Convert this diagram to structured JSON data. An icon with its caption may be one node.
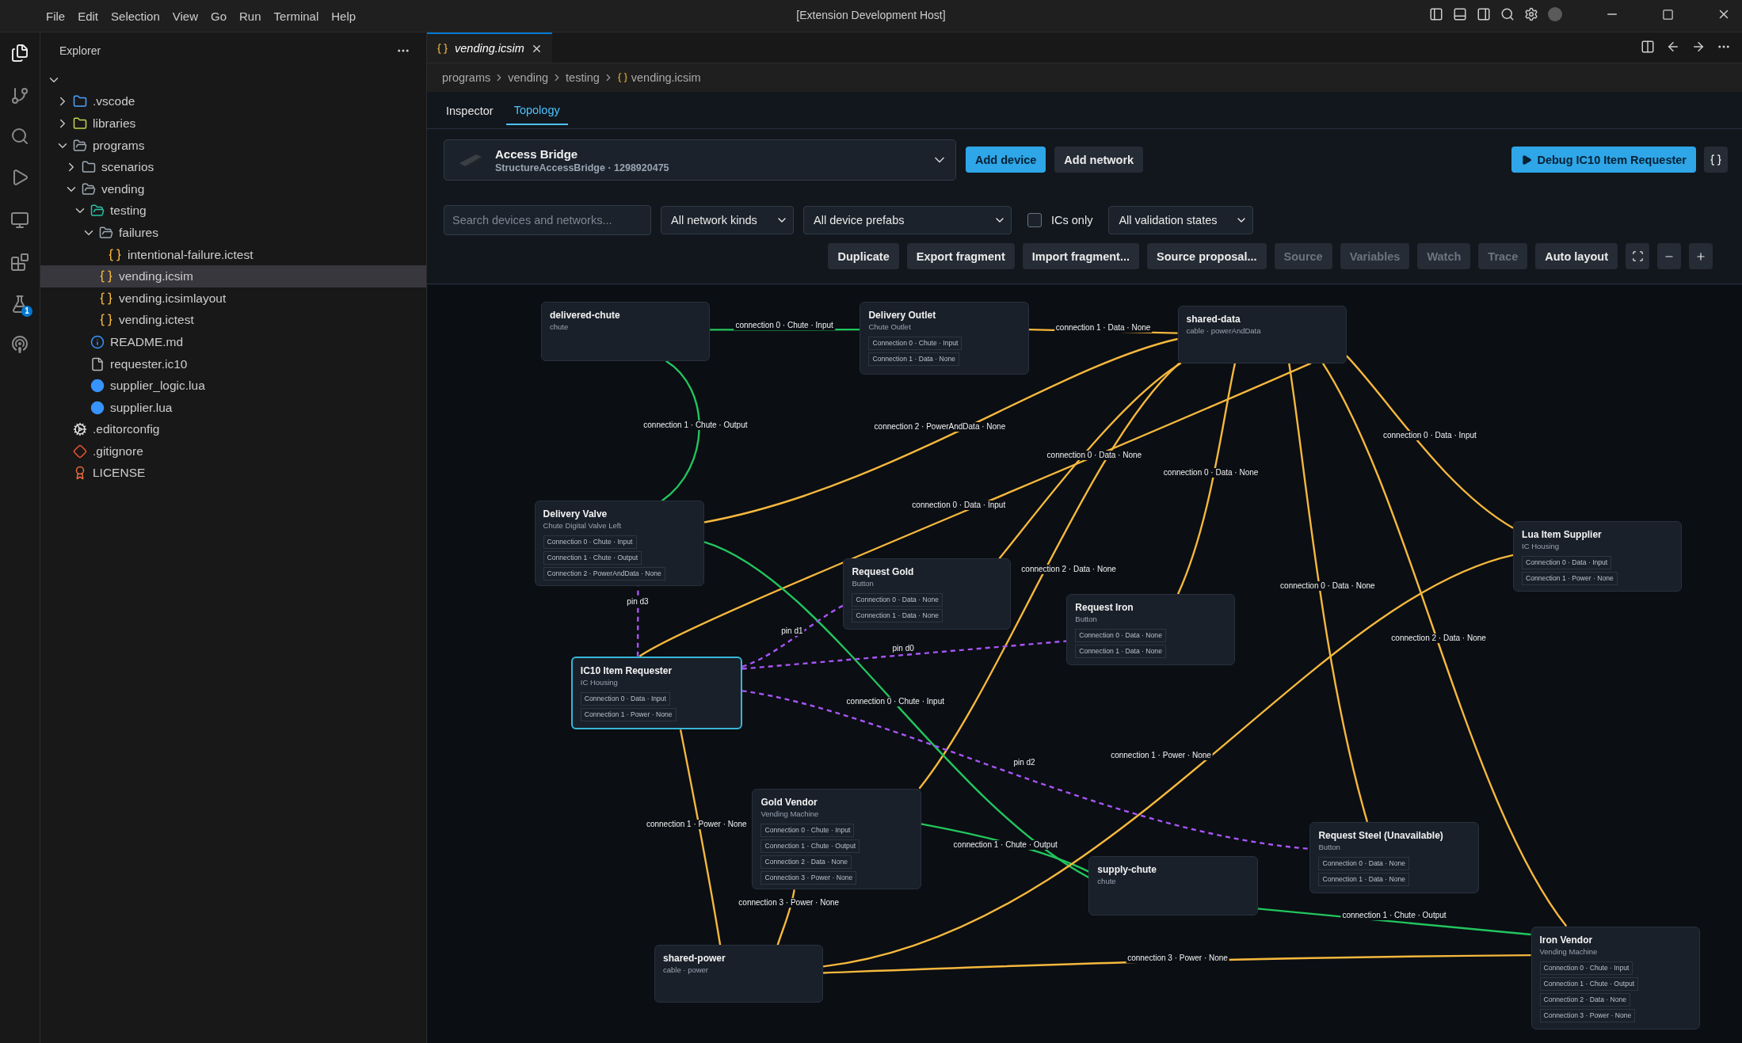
{
  "diagram": {
    "nodes": [
      {
        "text": [
          "delivered-chute",
          "chute"
        ]
      },
      {
        "text": [
          "Delivery Outlet",
          "Chute Outlet",
          "Connection 0 · Chute · Input",
          "Connection 1 · Data · None"
        ]
      },
      {
        "text": [
          "shared-data",
          "cable · powerAndData"
        ]
      },
      {
        "text": [
          "Delivery Valve",
          "Chute Digital Valve Left",
          "Connection 0 · Chute · Input",
          "Connection 1 · Chute · Output",
          "Connection 2 · PowerAndData · None"
        ]
      },
      {
        "text": [
          "Request Gold",
          "Button",
          "Connection 0 · Data · None",
          "Connection 1 · Data · None"
        ]
      },
      {
        "text": [
          "Request Iron",
          "Button",
          "Connection 0 · Data · None",
          "Connection 1 · Data · None"
        ]
      },
      {
        "text": [
          "Lua Item Supplier",
          "IC Housing",
          "Connection 0 · Data · Input",
          "Connection 1 · Power · None"
        ]
      },
      {
        "text": [
          "IC10 Item Requester",
          "IC Housing",
          "Connection 0 · Data · Input",
          "Connection 1 · Power · None"
        ]
      },
      {
        "text": [
          "Gold Vendor",
          "Vending Machine",
          "Connection 0 · Chute · Input",
          "Connection 1 · Chute · Output",
          "Connection 2 · Data · None",
          "Connection 3 · Power · None"
        ]
      },
      {
        "text": [
          "Request Steel (Unavailable)",
          "Button",
          "Connection 0 · Data · None",
          "Connection 1 · Data · None"
        ]
      },
      {
        "text": [
          "supply-chute",
          "chute"
        ]
      },
      {
        "text": [
          "shared-power",
          "cable · power"
        ]
      },
      {
        "text": [
          "Iron Vendor",
          "Vending Machine",
          "Connection 0 · Chute · Input",
          "Connection 1 · Chute · Output",
          "Connection 2 · Data · None",
          "Connection 3 · Power · None"
        ]
      }
    ],
    "edges": [
      {
        "from": 0,
        "to": 1,
        "arrow": "none",
        "label": "connection 0 · Chute · Input",
        "color": "#22c55e"
      },
      {
        "from": 0,
        "to": 3,
        "arrow": "none",
        "label": "connection 1 · Chute · Output",
        "color": "#22c55e"
      },
      {
        "from": 1,
        "to": 2,
        "arrow": "none",
        "label": "connection 1 · Data · None"
      },
      {
        "from": 3,
        "to": 2,
        "arrow": "none",
        "label": "connection 2 · PowerAndData · None"
      },
      {
        "from": 7,
        "to": 2,
        "arrow": "none",
        "label": "connection 0 · Data · Input"
      },
      {
        "from": 4,
        "to": 2,
        "arrow": "none",
        "label": "connection 0 · Data · None"
      },
      {
        "from": 5,
        "to": 2,
        "arrow": "none",
        "label": "connection 0 · Data · None"
      },
      {
        "from": 9,
        "to": 2,
        "arrow": "none",
        "label": "connection 0 · Data · None"
      },
      {
        "from": 12,
        "to": 2,
        "arrow": "none",
        "label": "connection 2 · Data · None"
      },
      {
        "from": 6,
        "to": 2,
        "arrow": "none",
        "label": "connection 0 · Data · Input"
      },
      {
        "from": 8,
        "to": 2,
        "arrow": "none",
        "label": "connection 2 · Data · None"
      },
      {
        "from": 3,
        "to": 10,
        "arrow": "none",
        "label": "connection 0 · Chute · Input",
        "color": "#22c55e"
      },
      {
        "from": 8,
        "to": 10,
        "arrow": "none",
        "label": "connection 1 · Chute · Output",
        "color": "#22c55e"
      },
      {
        "from": 10,
        "to": 12,
        "arrow": "none",
        "label": "connection 1 · Chute · Output",
        "color": "#22c55e"
      },
      {
        "from": 7,
        "to": 11,
        "arrow": "none",
        "label": "connection 1 · Power · None"
      },
      {
        "from": 8,
        "to": 11,
        "arrow": "none",
        "label": "connection 3 · Power · None"
      },
      {
        "from": 6,
        "to": 11,
        "arrow": "none",
        "label": "connection 1 · Power · None"
      },
      {
        "from": 12,
        "to": 11,
        "arrow": "none",
        "label": "connection 3 · Power · None"
      },
      {
        "from": 7,
        "to": 3,
        "arrow": "none",
        "label": "pin d3",
        "style": "dashed",
        "color": "#a855f7"
      },
      {
        "from": 7,
        "to": 4,
        "arrow": "none",
        "label": "pin d1",
        "style": "dashed",
        "color": "#a855f7"
      },
      {
        "from": 7,
        "to": 5,
        "arrow": "none",
        "label": "pin d0",
        "style": "dashed",
        "color": "#a855f7"
      },
      {
        "from": 7,
        "to": 9,
        "arrow": "none",
        "label": "pin d2",
        "style": "dashed",
        "color": "#a855f7"
      }
    ],
    "labels": [
      "File",
      "Edit",
      "Selection",
      "View",
      "Go",
      "Run",
      "Terminal",
      "Help",
      "[Extension Development Host]",
      "Explorer",
      ".vscode",
      "libraries",
      "programs",
      "scenarios",
      "vending",
      "testing",
      "failures",
      "intentional-failure.ictest",
      "vending.icsim",
      "vending.icsimlayout",
      "vending.ictest",
      "README.md",
      "requester.ic10",
      "supplier_logic.lua",
      "supplier.lua",
      ".editorconfig",
      ".gitignore",
      "LICENSE",
      "vending.icsim",
      "programs",
      "vending",
      "testing",
      "vending.icsim",
      "Inspector",
      "Topology",
      "Access Bridge",
      "StructureAccessBridge · 1298920475",
      "Add device",
      "Add network",
      "Debug IC10 Item Requester",
      "Search devices and networks...",
      "All network kinds",
      "All device prefabs",
      "ICs only",
      "All validation states",
      "Duplicate",
      "Export fragment",
      "Import fragment...",
      "Source proposal...",
      "Source",
      "Variables",
      "Watch",
      "Trace",
      "Auto layout",
      "1"
    ]
  }
}
